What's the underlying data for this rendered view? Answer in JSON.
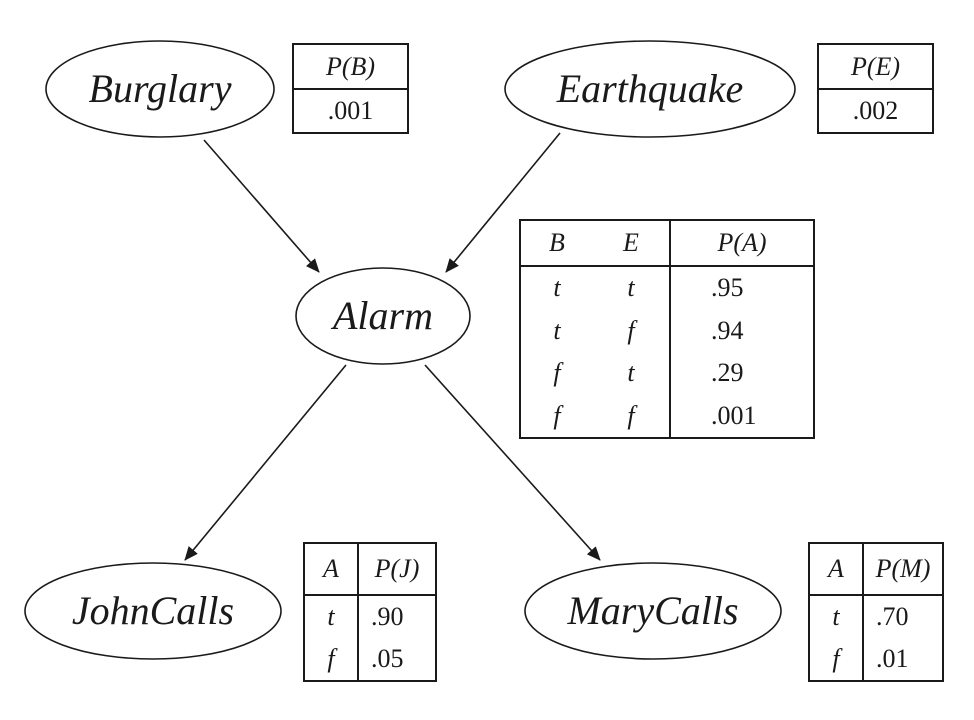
{
  "nodes": {
    "burglary": "Burglary",
    "earthquake": "Earthquake",
    "alarm": "Alarm",
    "john_calls": "JohnCalls",
    "mary_calls": "MaryCalls"
  },
  "cpt_burglary": {
    "header": "P(B)",
    "value": ".001"
  },
  "cpt_earthquake": {
    "header": "P(E)",
    "value": ".002"
  },
  "cpt_alarm": {
    "headers": [
      "B",
      "E",
      "P(A)"
    ],
    "rows": [
      {
        "b": "t",
        "e": "t",
        "p": ".95"
      },
      {
        "b": "t",
        "e": "f",
        "p": ".94"
      },
      {
        "b": "f",
        "e": "t",
        "p": ".29"
      },
      {
        "b": "f",
        "e": "f",
        "p": ".001"
      }
    ]
  },
  "cpt_john": {
    "headers": [
      "A",
      "P(J)"
    ],
    "rows": [
      {
        "a": "t",
        "p": ".90"
      },
      {
        "a": "f",
        "p": ".05"
      }
    ]
  },
  "cpt_mary": {
    "headers": [
      "A",
      "P(M)"
    ],
    "rows": [
      {
        "a": "t",
        "p": ".70"
      },
      {
        "a": "f",
        "p": ".01"
      }
    ]
  }
}
